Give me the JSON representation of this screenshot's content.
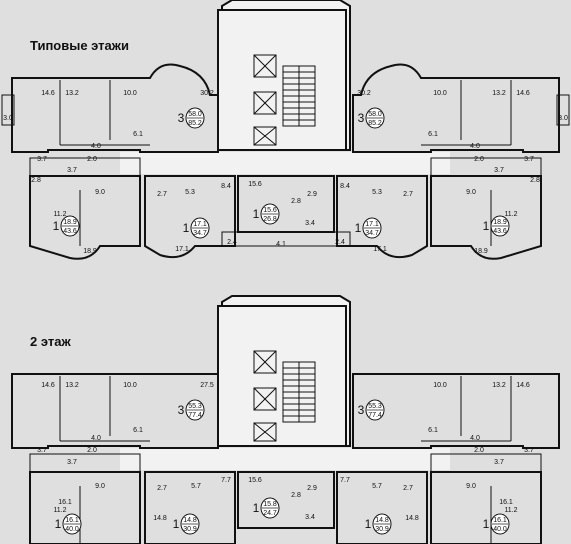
{
  "titles": {
    "typical": "Типовые этажи",
    "second": "2 этаж"
  },
  "colors": {
    "background": "#dfdfdf",
    "core": "#f2f2f2",
    "apartment_yellow": "#fbf4b4",
    "apartment_bright": "#f9ef6a",
    "apartment_peach": "#f8dcc6",
    "wall": "#111111"
  },
  "typical": {
    "areas": [
      "14.6",
      "13.2",
      "10.0",
      "30.2",
      "3.0",
      "6.1",
      "4.0",
      "3.7",
      "3.7",
      "2.0",
      "2.8",
      "9.0",
      "11.2",
      "18.9",
      "5.3",
      "8.4",
      "15.6",
      "2.9",
      "2.8",
      "3.4",
      "5.3",
      "8.4",
      "2.7",
      "2.7",
      "17.1",
      "17.1",
      "4.1",
      "2.4",
      "2.4",
      "30.2",
      "10.0",
      "13.2",
      "14.6",
      "3.0",
      "6.1",
      "4.0",
      "3.7",
      "3.7",
      "2.0",
      "2.8",
      "9.0",
      "11.2",
      "18.9"
    ],
    "apartments": [
      {
        "rooms": "3",
        "living": "58.0",
        "total": "85.2"
      },
      {
        "rooms": "1",
        "living": "18.9",
        "total": "43.6"
      },
      {
        "rooms": "1",
        "living": "17.1",
        "total": "34.7"
      },
      {
        "rooms": "1",
        "living": "15.6",
        "total": "26.8"
      },
      {
        "rooms": "1",
        "living": "17.1",
        "total": "34.7"
      },
      {
        "rooms": "1",
        "living": "18.9",
        "total": "43.6"
      },
      {
        "rooms": "3",
        "living": "58.0",
        "total": "85.2"
      }
    ]
  },
  "second": {
    "areas": [
      "14.6",
      "13.2",
      "10.0",
      "27.5",
      "6.1",
      "4.0",
      "3.7",
      "3.7",
      "2.0",
      "9.0",
      "16.1",
      "11.2",
      "5.7",
      "7.7",
      "14.8",
      "2.7",
      "15.6",
      "2.9",
      "2.8",
      "3.4",
      "7.7",
      "5.7",
      "2.7",
      "14.8",
      "10.0",
      "13.2",
      "14.6",
      "6.1",
      "4.0",
      "3.7",
      "3.7",
      "2.0",
      "9.0",
      "16.1",
      "11.2"
    ],
    "apartments": [
      {
        "rooms": "3",
        "living": "55.3",
        "total": "77.4"
      },
      {
        "rooms": "1",
        "living": "16.1",
        "total": "40.0"
      },
      {
        "rooms": "1",
        "living": "14.8",
        "total": "30.9"
      },
      {
        "rooms": "1",
        "living": "15.8",
        "total": "24.7"
      },
      {
        "rooms": "1",
        "living": "14.8",
        "total": "30.9"
      },
      {
        "rooms": "1",
        "living": "16.1",
        "total": "40.0"
      },
      {
        "rooms": "3",
        "living": "55.3",
        "total": "77.4"
      }
    ]
  }
}
